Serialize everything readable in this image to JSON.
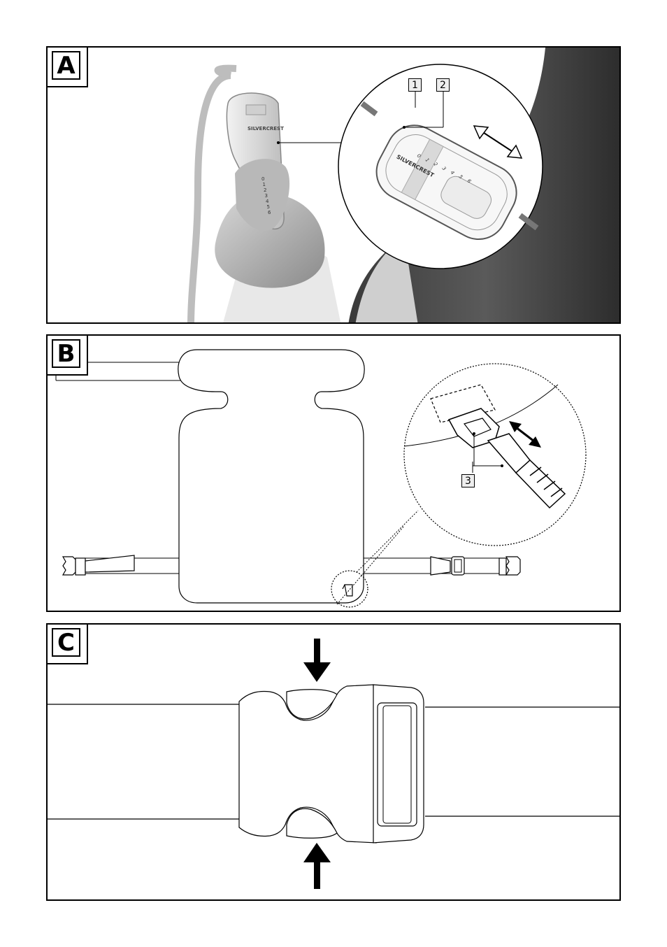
{
  "panels": {
    "a": {
      "label": "A"
    },
    "b": {
      "label": "B"
    },
    "c": {
      "label": "C"
    }
  },
  "callouts": {
    "one": "1",
    "two": "2",
    "three": "3"
  },
  "controller": {
    "brand": "SILVERCREST",
    "scale": [
      "0",
      "1",
      "2",
      "3",
      "4",
      "5",
      "6"
    ]
  }
}
